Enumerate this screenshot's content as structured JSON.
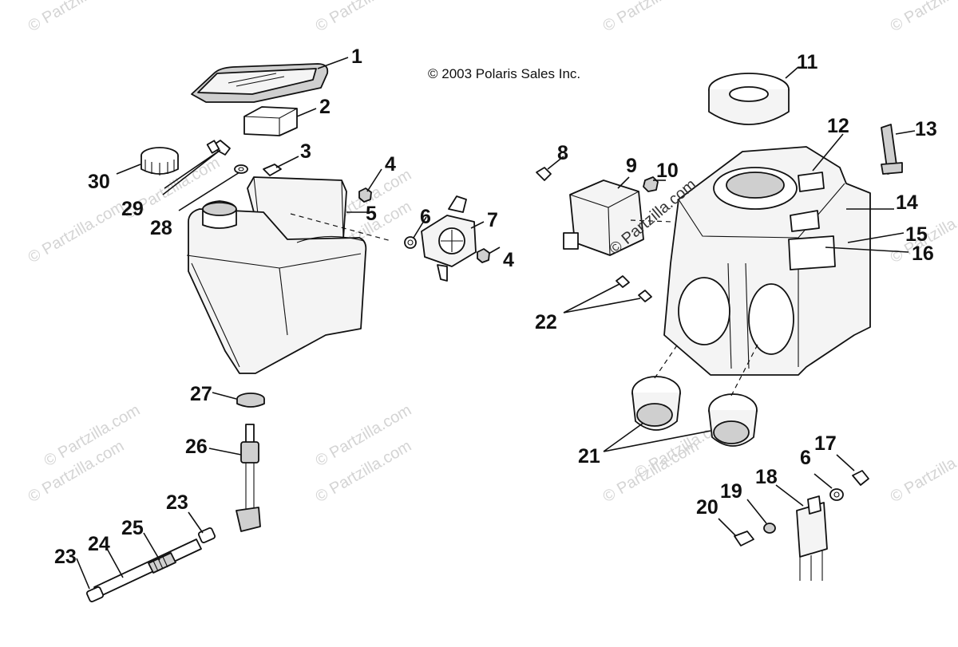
{
  "copyright": "© 2003 Polaris Sales Inc.",
  "watermark": "© Partzilla.com",
  "callouts": [
    "1",
    "2",
    "3",
    "4",
    "5",
    "6",
    "7",
    "8",
    "9",
    "10",
    "11",
    "12",
    "13",
    "14",
    "15",
    "16",
    "17",
    "18",
    "19",
    "20",
    "21",
    "22",
    "23",
    "24",
    "25",
    "26",
    "27",
    "28",
    "29",
    "30"
  ],
  "colors": {
    "ink": "#111111",
    "watermark": "#d4d4d4"
  }
}
